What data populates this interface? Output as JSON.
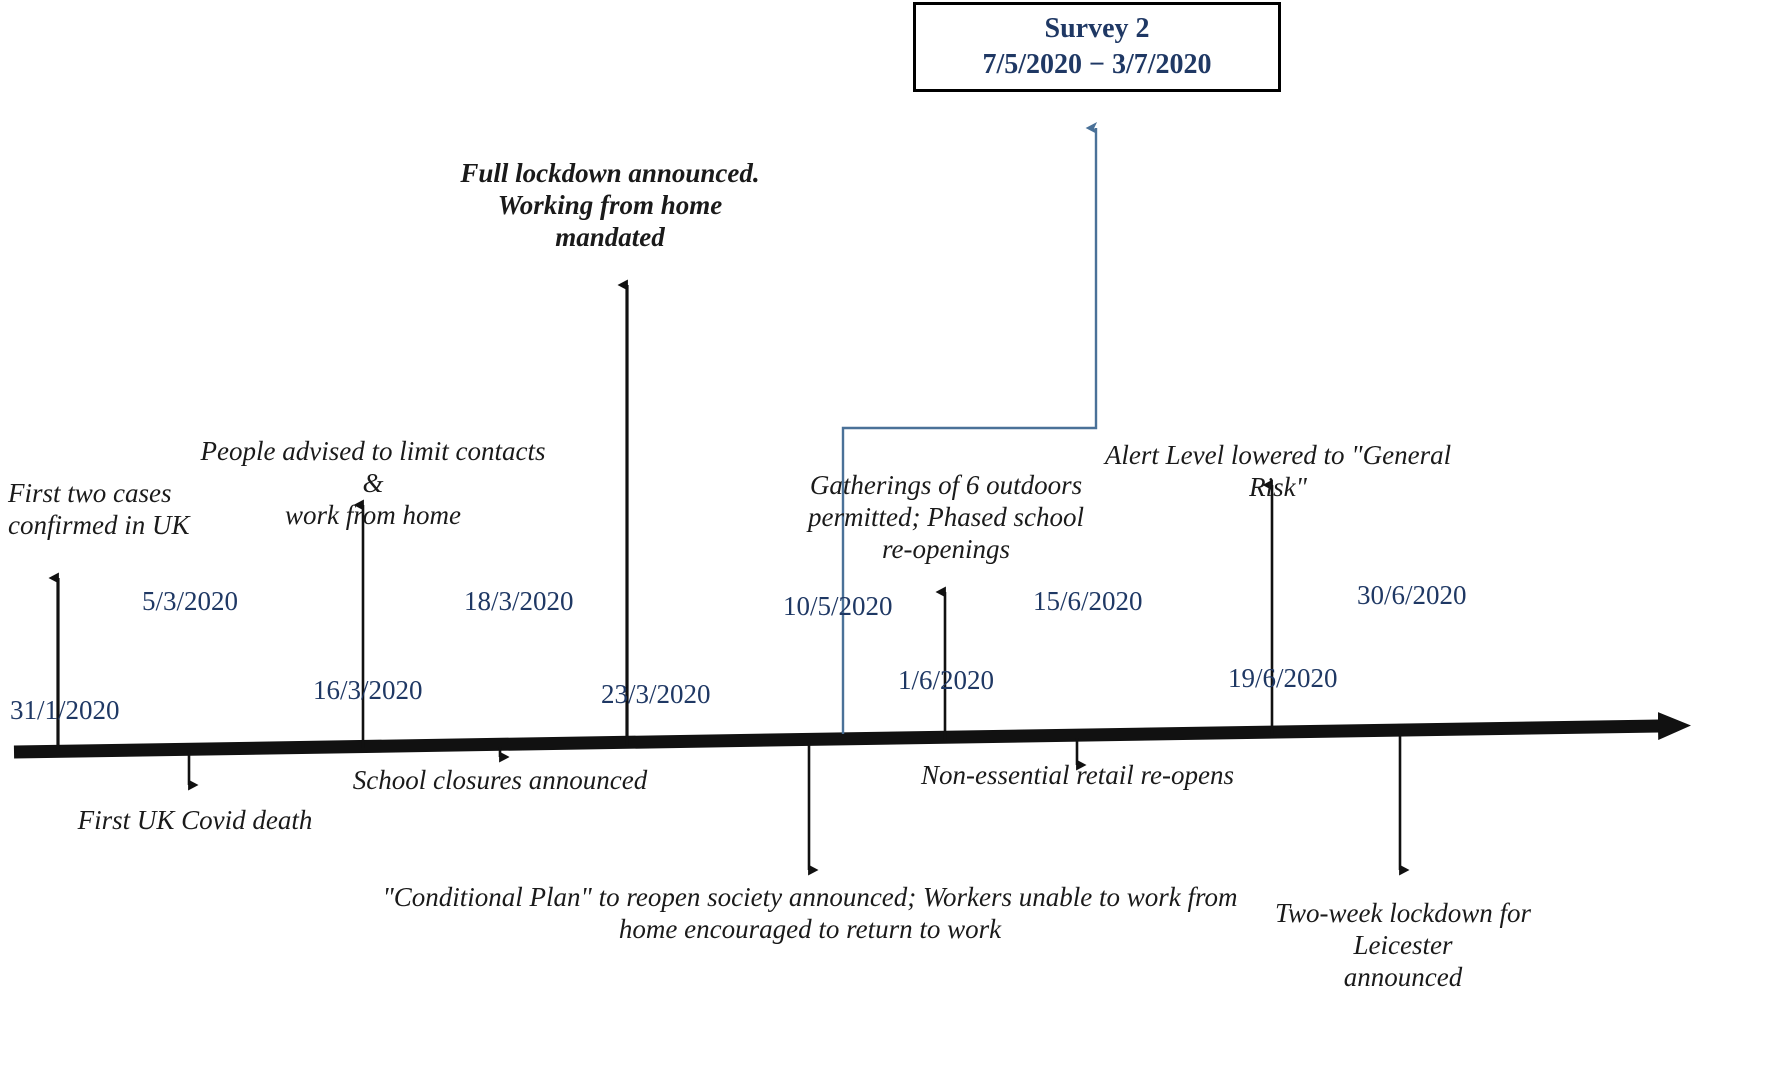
{
  "figure": {
    "kind": "covid-policy-timeline",
    "accent_color": "#1F3864",
    "line_color": "#000000",
    "connector_color": "#4A7198"
  },
  "survey_box": {
    "title": "Survey 2",
    "range": "7/5/2020 − 3/7/2020"
  },
  "events": [
    {
      "id": "first-two-cases",
      "date": "31/1/2020",
      "label": "First two cases\nconfirmed in UK",
      "side": "above",
      "bold": false
    },
    {
      "id": "first-uk-covid-death",
      "date": "5/3/2020",
      "label": "First UK Covid death",
      "side": "below",
      "bold": false
    },
    {
      "id": "limit-contacts-wfh",
      "date": "16/3/2020",
      "label": "People advised to limit contacts &\nwork from home",
      "side": "above",
      "bold": false
    },
    {
      "id": "school-closures",
      "date": "18/3/2020",
      "label": "School closures announced",
      "side": "below",
      "bold": false
    },
    {
      "id": "full-lockdown",
      "date": "23/3/2020",
      "label": "Full lockdown announced.\nWorking from home\nmandated",
      "side": "above",
      "bold": true
    },
    {
      "id": "conditional-plan",
      "date": "10/5/2020",
      "label": "\"Conditional Plan\" to reopen society announced;  Workers unable to work from\nhome encouraged to return to work",
      "side": "below",
      "bold": false
    },
    {
      "id": "gatherings-of-six",
      "date": "1/6/2020",
      "label": "Gatherings of 6 outdoors\npermitted; Phased school\nre-openings",
      "side": "above",
      "bold": false
    },
    {
      "id": "non-essential-retail",
      "date": "15/6/2020",
      "label": "Non-essential retail re-opens",
      "side": "below",
      "bold": false
    },
    {
      "id": "alert-level-lowered",
      "date": "19/6/2020",
      "label": "Alert Level lowered to \"General Risk\"",
      "side": "above",
      "bold": false
    },
    {
      "id": "leicester-lockdown",
      "date": "30/6/2020",
      "label": "Two-week lockdown for Leicester\nannounced",
      "side": "below",
      "bold": false
    }
  ]
}
